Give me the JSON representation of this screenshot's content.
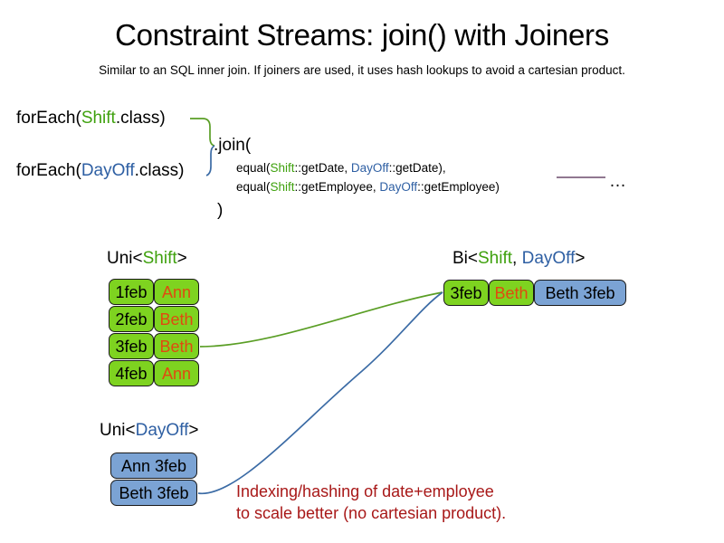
{
  "header": {
    "title": "Constraint Streams: join() with Joiners",
    "subtitle": "Similar to an SQL inner join. If joiners are used, it uses hash lookups to avoid a cartesian product."
  },
  "code": {
    "foreach_shift": {
      "prefix": "forEach(",
      "type": "Shift",
      "suffix": ".class)"
    },
    "foreach_dayoff": {
      "prefix": "forEach(",
      "type": "DayOff",
      "suffix": ".class)"
    },
    "join_open": ".join(",
    "join_close": ")",
    "equal_date": {
      "prefix": "equal(",
      "left_type": "Shift",
      "left_method": "::getDate, ",
      "right_type": "DayOff",
      "right_method": "::getDate),"
    },
    "equal_employee": {
      "prefix": "equal(",
      "left_type": "Shift",
      "left_method": "::getEmployee, ",
      "right_type": "DayOff",
      "right_method": "::getEmployee)"
    },
    "ellipsis": "…"
  },
  "captions": {
    "uni_shift": {
      "prefix": "Uni<",
      "type": "Shift",
      "suffix": ">"
    },
    "uni_dayoff": {
      "prefix": "Uni<",
      "type": "DayOff",
      "suffix": ">"
    },
    "bi": {
      "prefix": "Bi<",
      "type_a": "Shift",
      "separator": ", ",
      "type_b": "DayOff",
      "suffix": ">"
    }
  },
  "uni_shift_rows": [
    {
      "date": "1feb",
      "name": "Ann"
    },
    {
      "date": "2feb",
      "name": "Beth"
    },
    {
      "date": "3feb",
      "name": "Beth"
    },
    {
      "date": "4feb",
      "name": "Ann"
    }
  ],
  "uni_dayoff_rows": [
    {
      "label": "Ann 3feb"
    },
    {
      "label": "Beth 3feb"
    }
  ],
  "bi_row": {
    "shift_date": "3feb",
    "shift_name": "Beth",
    "dayoff_label": "Beth 3feb"
  },
  "annotation": {
    "line1": "Indexing/hashing of date+employee",
    "line2": "to scale better (no cartesian product)."
  },
  "colors": {
    "shift_green": "#3fa10e",
    "dayoff_blue": "#2e5fa3",
    "box_green": "#7ed320",
    "box_blue": "#7ba3d4",
    "name_orange": "#e04a10",
    "annotation_red": "#a81818",
    "ellipsis_line_purple": "#6b4a6b"
  }
}
